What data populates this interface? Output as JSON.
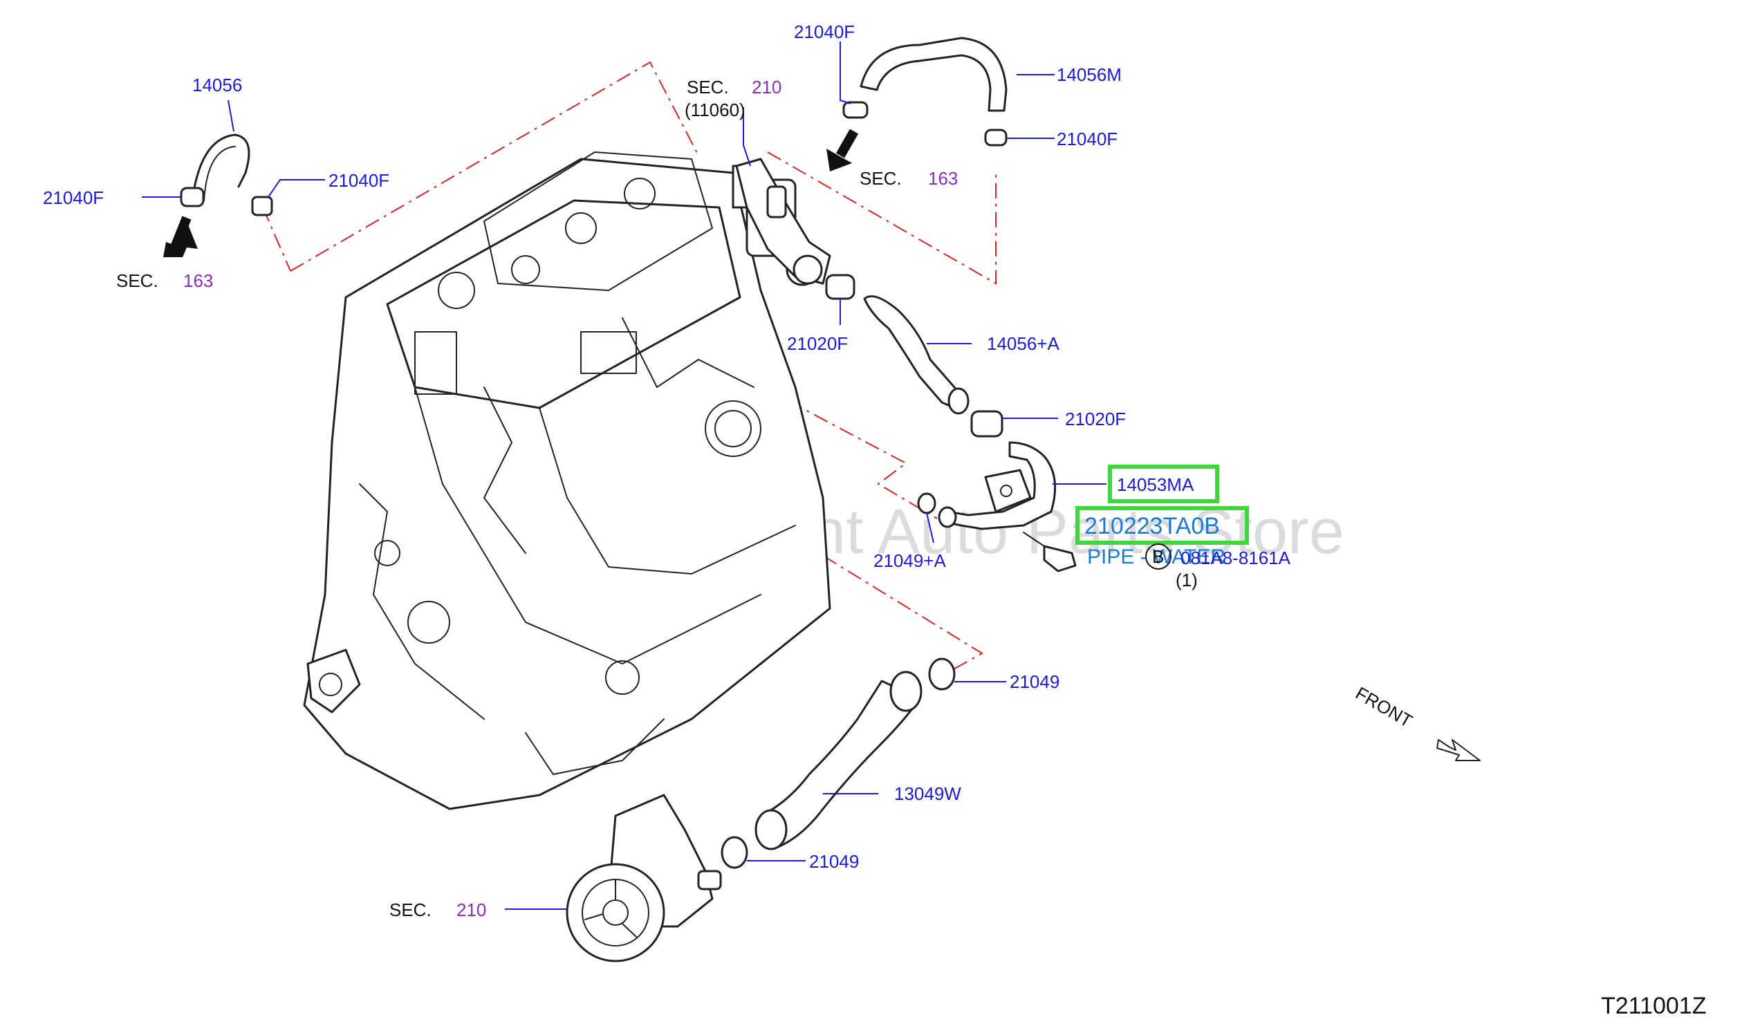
{
  "labels": {
    "l14056": "14056",
    "l21040f_left1": "21040F",
    "l21040f_left2": "21040F",
    "sec163_left": "SEC.",
    "sec163_left_num": "163",
    "sec210_top": "SEC.",
    "sec210_top_num": "210",
    "sec210_top_sub": "(11060)",
    "l21040f_top": "21040F",
    "l14056m": "14056M",
    "l21040f_right": "21040F",
    "sec163_right": "SEC.",
    "sec163_right_num": "163",
    "l21020f_1": "21020F",
    "l14056a": "14056+A",
    "l21020f_2": "21020F",
    "l14053ma": "14053MA",
    "l210223ta0b": "210223TA0B",
    "pipe_water": "PIPE - WATER",
    "b_mark": "B",
    "bolt_pn": "081A8-8161A",
    "bolt_qty": "(1)",
    "l21049a": "21049+A",
    "l21049_1": "21049",
    "l13049w": "13049W",
    "l21049_2": "21049",
    "sec210_bottom": "SEC.",
    "sec210_bottom_num": "210",
    "front": "FRONT",
    "diagram_code": "T211001Z",
    "watermark": "Multi-Merchant Auto Parts Store"
  },
  "colors": {
    "part_number": "#1a1adb",
    "section_number": "#8a2bc2",
    "highlight": "#3fd63f",
    "phantom_line": "#dd2222"
  }
}
